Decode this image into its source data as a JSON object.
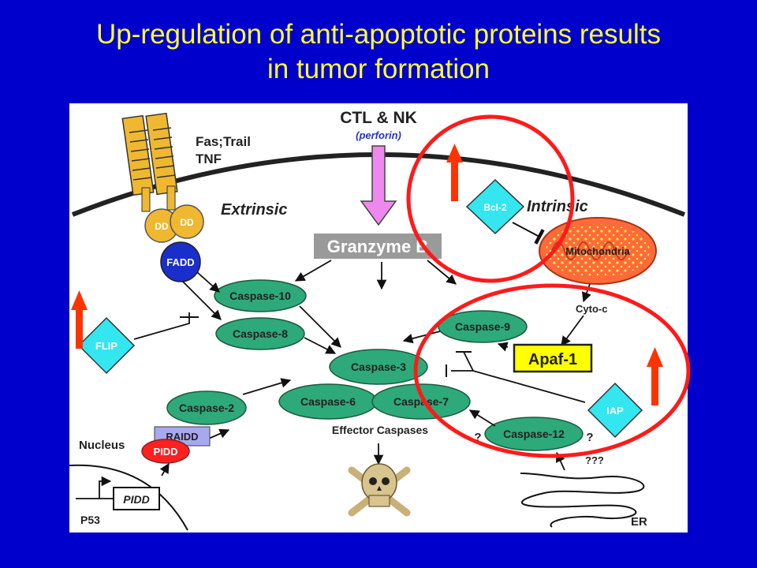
{
  "slide": {
    "title_line1": "Up-regulation of anti-apoptotic proteins results",
    "title_line2": "in tumor formation"
  },
  "diagram": {
    "receptor_label_1": "Fas;Trail",
    "receptor_label_2": "TNF",
    "dd_label": "DD",
    "fadd": "FADD",
    "extrinsic": "Extrinsic",
    "intrinsic": "Intrinsic",
    "ctl_nk": "CTL & NK",
    "perforin": "(perforin)",
    "granzyme": "Granzyme B",
    "bcl2": "Bcl-2",
    "mitochondria": "Mitochondria",
    "cyto_c": "Cyto-c",
    "apaf1": "Apaf-1",
    "flip": "FLIP",
    "iap": "IAP",
    "caspase10": "Caspase-10",
    "caspase8": "Caspase-8",
    "caspase9": "Caspase-9",
    "caspase3": "Caspase-3",
    "caspase6": "Caspase-6",
    "caspase7": "Caspase-7",
    "caspase2": "Caspase-2",
    "caspase12": "Caspase-12",
    "effector": "Effector Caspases",
    "raidd": "RAIDD",
    "pidd": "PIDD",
    "pidd_gene": "PIDD",
    "nucleus": "Nucleus",
    "p53": "P53",
    "er": "ER",
    "q_left": "?",
    "q_right": "?",
    "q_triple": "???"
  },
  "colors": {
    "background": "#0000cc",
    "title": "#ffff33",
    "caspase_fill": "#2ea97a",
    "diamond_fill": "#33e6f0",
    "apaf_fill": "#ffff00",
    "fadd_fill": "#1a2ecc",
    "pidd_fill": "#ff2020",
    "raidd_fill": "#a8a8f0",
    "dd_fill": "#f0b830",
    "highlight_red": "#ff1a1a",
    "up_arrow": "#ff3300"
  },
  "annotations": {
    "up_arrow_icons": [
      "up-arrow-icon",
      "up-arrow-icon",
      "up-arrow-icon"
    ]
  }
}
